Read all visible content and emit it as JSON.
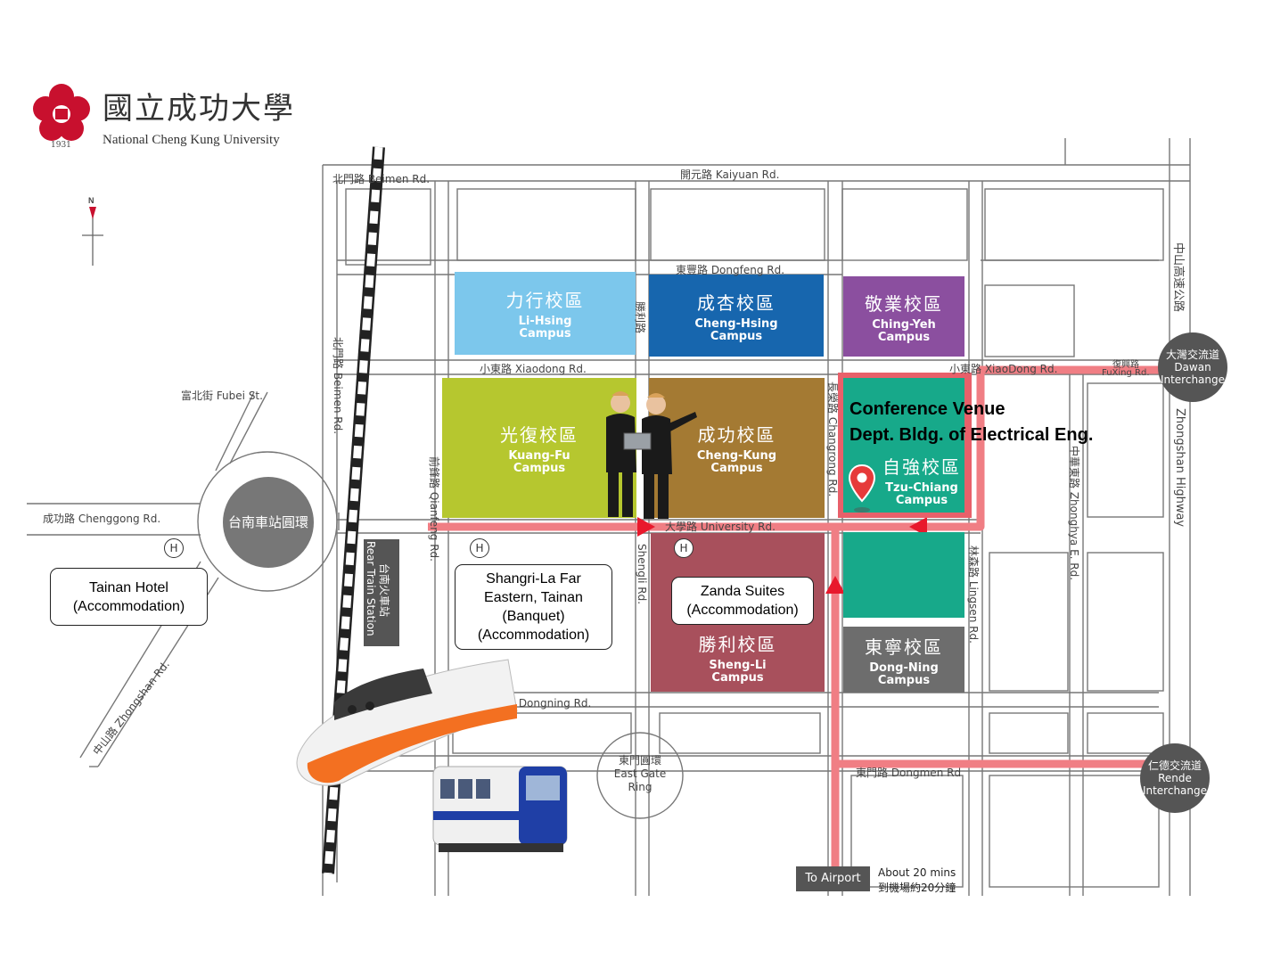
{
  "university": {
    "name_zh": "國立成功大學",
    "name_en": "National Cheng Kung University",
    "year": "1931"
  },
  "compass": {
    "north": "N"
  },
  "roads": {
    "beimen_top": "北門路  Beimen Rd.",
    "kaiyuan": "開元路  Kaiyuan Rd.",
    "dongfeng": "東豐路  Dongfeng Rd.",
    "shengli_top": "勝利路",
    "xiaodong_left": "小東路  Xiaodong Rd.",
    "xiaodong_right": "小東路 XiaoDong Rd.",
    "fuxing": "復興路",
    "fuxing_en": "FuXing Rd.",
    "zhongshan_hwy_zh": "中山高速公路",
    "zhongshan_hwy_en": "Zhongshan Highway",
    "fubei": "富北街  Fubei St.",
    "beimen_side": "北門路  Beimen Rd.",
    "chenggong": "成功路  Chenggong Rd.",
    "zhongshan": "中山路  Zhongshan Rd.",
    "qianfeng": "前鋒路  Qianfeng Rd.",
    "shengli_side": "Shengli Rd.",
    "university": "大學路  University Rd.",
    "changrong": "長榮路  Changrong Rd.",
    "zhonghua": "中華東路  Zhonghya E. Rd.",
    "lingsen": "林森路  Lingsen Rd.",
    "dongning": "路  Dongning Rd.",
    "dongmen": "東門路  Dongmen Rd"
  },
  "rear_station": {
    "zh": "台南火車站",
    "en": "Rear Train Station"
  },
  "roundabout": {
    "label": "台南車站圓環"
  },
  "east_gate": {
    "zh": "東門圓環",
    "en1": "East Gate",
    "en2": "Ring"
  },
  "campuses": [
    {
      "zh": "力行校區",
      "en1": "Li-Hsing",
      "en2": "Campus",
      "color": "#7cc7ec"
    },
    {
      "zh": "成杏校區",
      "en1": "Cheng-Hsing",
      "en2": "Campus",
      "color": "#1766ae"
    },
    {
      "zh": "敬業校區",
      "en1": "Ching-Yeh",
      "en2": "Campus",
      "color": "#8b4f9f"
    },
    {
      "zh": "光復校區",
      "en1": "Kuang-Fu",
      "en2": "Campus",
      "color": "#b6c72f"
    },
    {
      "zh": "成功校區",
      "en1": "Cheng-Kung",
      "en2": "Campus",
      "color": "#a47a33"
    },
    {
      "zh": "自強校區",
      "en1": "Tzu-Chiang",
      "en2": "Campus",
      "color": "#17a98a"
    },
    {
      "zh": "勝利校區",
      "en1": "Sheng-Li",
      "en2": "Campus",
      "color": "#a8505c"
    },
    {
      "zh": "東寧校區",
      "en1": "Dong-Ning",
      "en2": "Campus",
      "color": "#6d6d6d"
    }
  ],
  "extra_block_color": "#17a98a",
  "route_color": "#f07e84",
  "conference": {
    "title": "Conference Venue",
    "subtitle": "Dept. Bldg. of Electrical Eng."
  },
  "hotels": [
    {
      "icon": "H",
      "line1": "Tainan Hotel",
      "line2": "(Accommodation)"
    },
    {
      "icon": "H",
      "line1": "Shangri-La Far",
      "line2": "Eastern, Tainan",
      "line3": "(Banquet)",
      "line4": "(Accommodation)"
    },
    {
      "icon": "H",
      "line1": "Zanda Suites",
      "line2": "(Accommodation)"
    }
  ],
  "interchanges": [
    {
      "zh": "大灣交流道",
      "en1": "Dawan",
      "en2": "Interchange"
    },
    {
      "zh": "仁德交流道",
      "en1": "Rende",
      "en2": "Interchange"
    }
  ],
  "airport": {
    "button": "To Airport",
    "time_en": "About 20 mins",
    "time_zh": "到機場約20分鐘"
  }
}
